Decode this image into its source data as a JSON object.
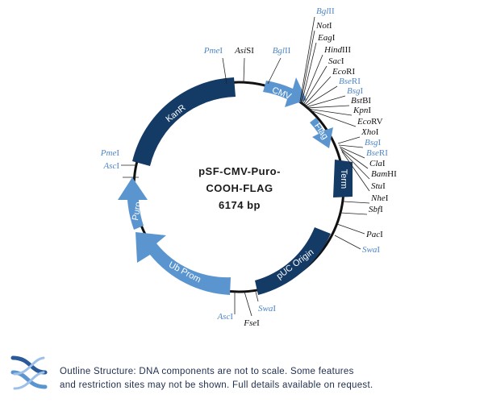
{
  "plasmid": {
    "name_line1": "pSF-CMV-Puro-",
    "name_line2": "COOH-FLAG",
    "size": "6174 bp"
  },
  "features": [
    {
      "id": "kanr",
      "label": "KanR"
    },
    {
      "id": "cmv",
      "label": "CMV"
    },
    {
      "id": "flag",
      "label": "Flag"
    },
    {
      "id": "term",
      "label": "Term"
    },
    {
      "id": "puc",
      "label": "pUC Origin"
    },
    {
      "id": "ubprom",
      "label": "Ub Prom"
    },
    {
      "id": "puro",
      "label": "Puro"
    }
  ],
  "sites": [
    {
      "label": "PmeI",
      "italic": "Pme",
      "plain": "I",
      "color": "blue"
    },
    {
      "label": "AsiSI",
      "italic": "Asi",
      "plain": "SI",
      "color": "black"
    },
    {
      "label": "BglII",
      "italic": "Bgl",
      "plain": "II",
      "color": "blue"
    },
    {
      "label": "BglII",
      "italic": "Bgl",
      "plain": "II",
      "color": "blue"
    },
    {
      "label": "NotI",
      "italic": "Not",
      "plain": "I",
      "color": "black"
    },
    {
      "label": "EagI",
      "italic": "Eag",
      "plain": "I",
      "color": "black"
    },
    {
      "label": "HindIII",
      "italic": "Hind",
      "plain": "III",
      "color": "black"
    },
    {
      "label": "SacI",
      "italic": "Sac",
      "plain": "I",
      "color": "black"
    },
    {
      "label": "EcoRI",
      "italic": "Eco",
      "plain": "RI",
      "color": "black"
    },
    {
      "label": "BseRI",
      "italic": "Bse",
      "plain": "RI",
      "color": "blue"
    },
    {
      "label": "BsgI",
      "italic": "Bsg",
      "plain": "I",
      "color": "blue"
    },
    {
      "label": "BstBI",
      "italic": "Bst",
      "plain": "BI",
      "color": "black"
    },
    {
      "label": "KpnI",
      "italic": "Kpn",
      "plain": "I",
      "color": "black"
    },
    {
      "label": "EcoRV",
      "italic": "Eco",
      "plain": "RV",
      "color": "black"
    },
    {
      "label": "XhoI",
      "italic": "Xho",
      "plain": "I",
      "color": "black"
    },
    {
      "label": "BsgI",
      "italic": "Bsg",
      "plain": "I",
      "color": "blue"
    },
    {
      "label": "BseRI",
      "italic": "Bse",
      "plain": "RI",
      "color": "blue"
    },
    {
      "label": "ClaI",
      "italic": "Cla",
      "plain": "I",
      "color": "black"
    },
    {
      "label": "BamHI",
      "italic": "Bam",
      "plain": "HI",
      "color": "black"
    },
    {
      "label": "StuI",
      "italic": "Stu",
      "plain": "I",
      "color": "black"
    },
    {
      "label": "NheI",
      "italic": "Nhe",
      "plain": "I",
      "color": "black"
    },
    {
      "label": "SbfI",
      "italic": "Sbf",
      "plain": "I",
      "color": "black"
    },
    {
      "label": "PacI",
      "italic": "Pac",
      "plain": "I",
      "color": "black"
    },
    {
      "label": "SwaI",
      "italic": "Swa",
      "plain": "I",
      "color": "blue"
    },
    {
      "label": "SwaI",
      "italic": "Swa",
      "plain": "I",
      "color": "blue"
    },
    {
      "label": "FseI",
      "italic": "Fse",
      "plain": "I",
      "color": "black"
    },
    {
      "label": "AscI",
      "italic": "Asc",
      "plain": "I",
      "color": "blue"
    },
    {
      "label": "AscI",
      "italic": "Asc",
      "plain": "I",
      "color": "blue"
    },
    {
      "label": "PmeI",
      "italic": "Pme",
      "plain": "I",
      "color": "blue"
    }
  ],
  "footer": {
    "line1": "Outline Structure: DNA components are not to scale. Some features",
    "line2": "and restriction sites may not be shown. Full details available on request."
  },
  "colors": {
    "dark": "#143a66",
    "light": "#5b95d0",
    "site_blue": "#4f86c6",
    "site_black": "#111111"
  }
}
